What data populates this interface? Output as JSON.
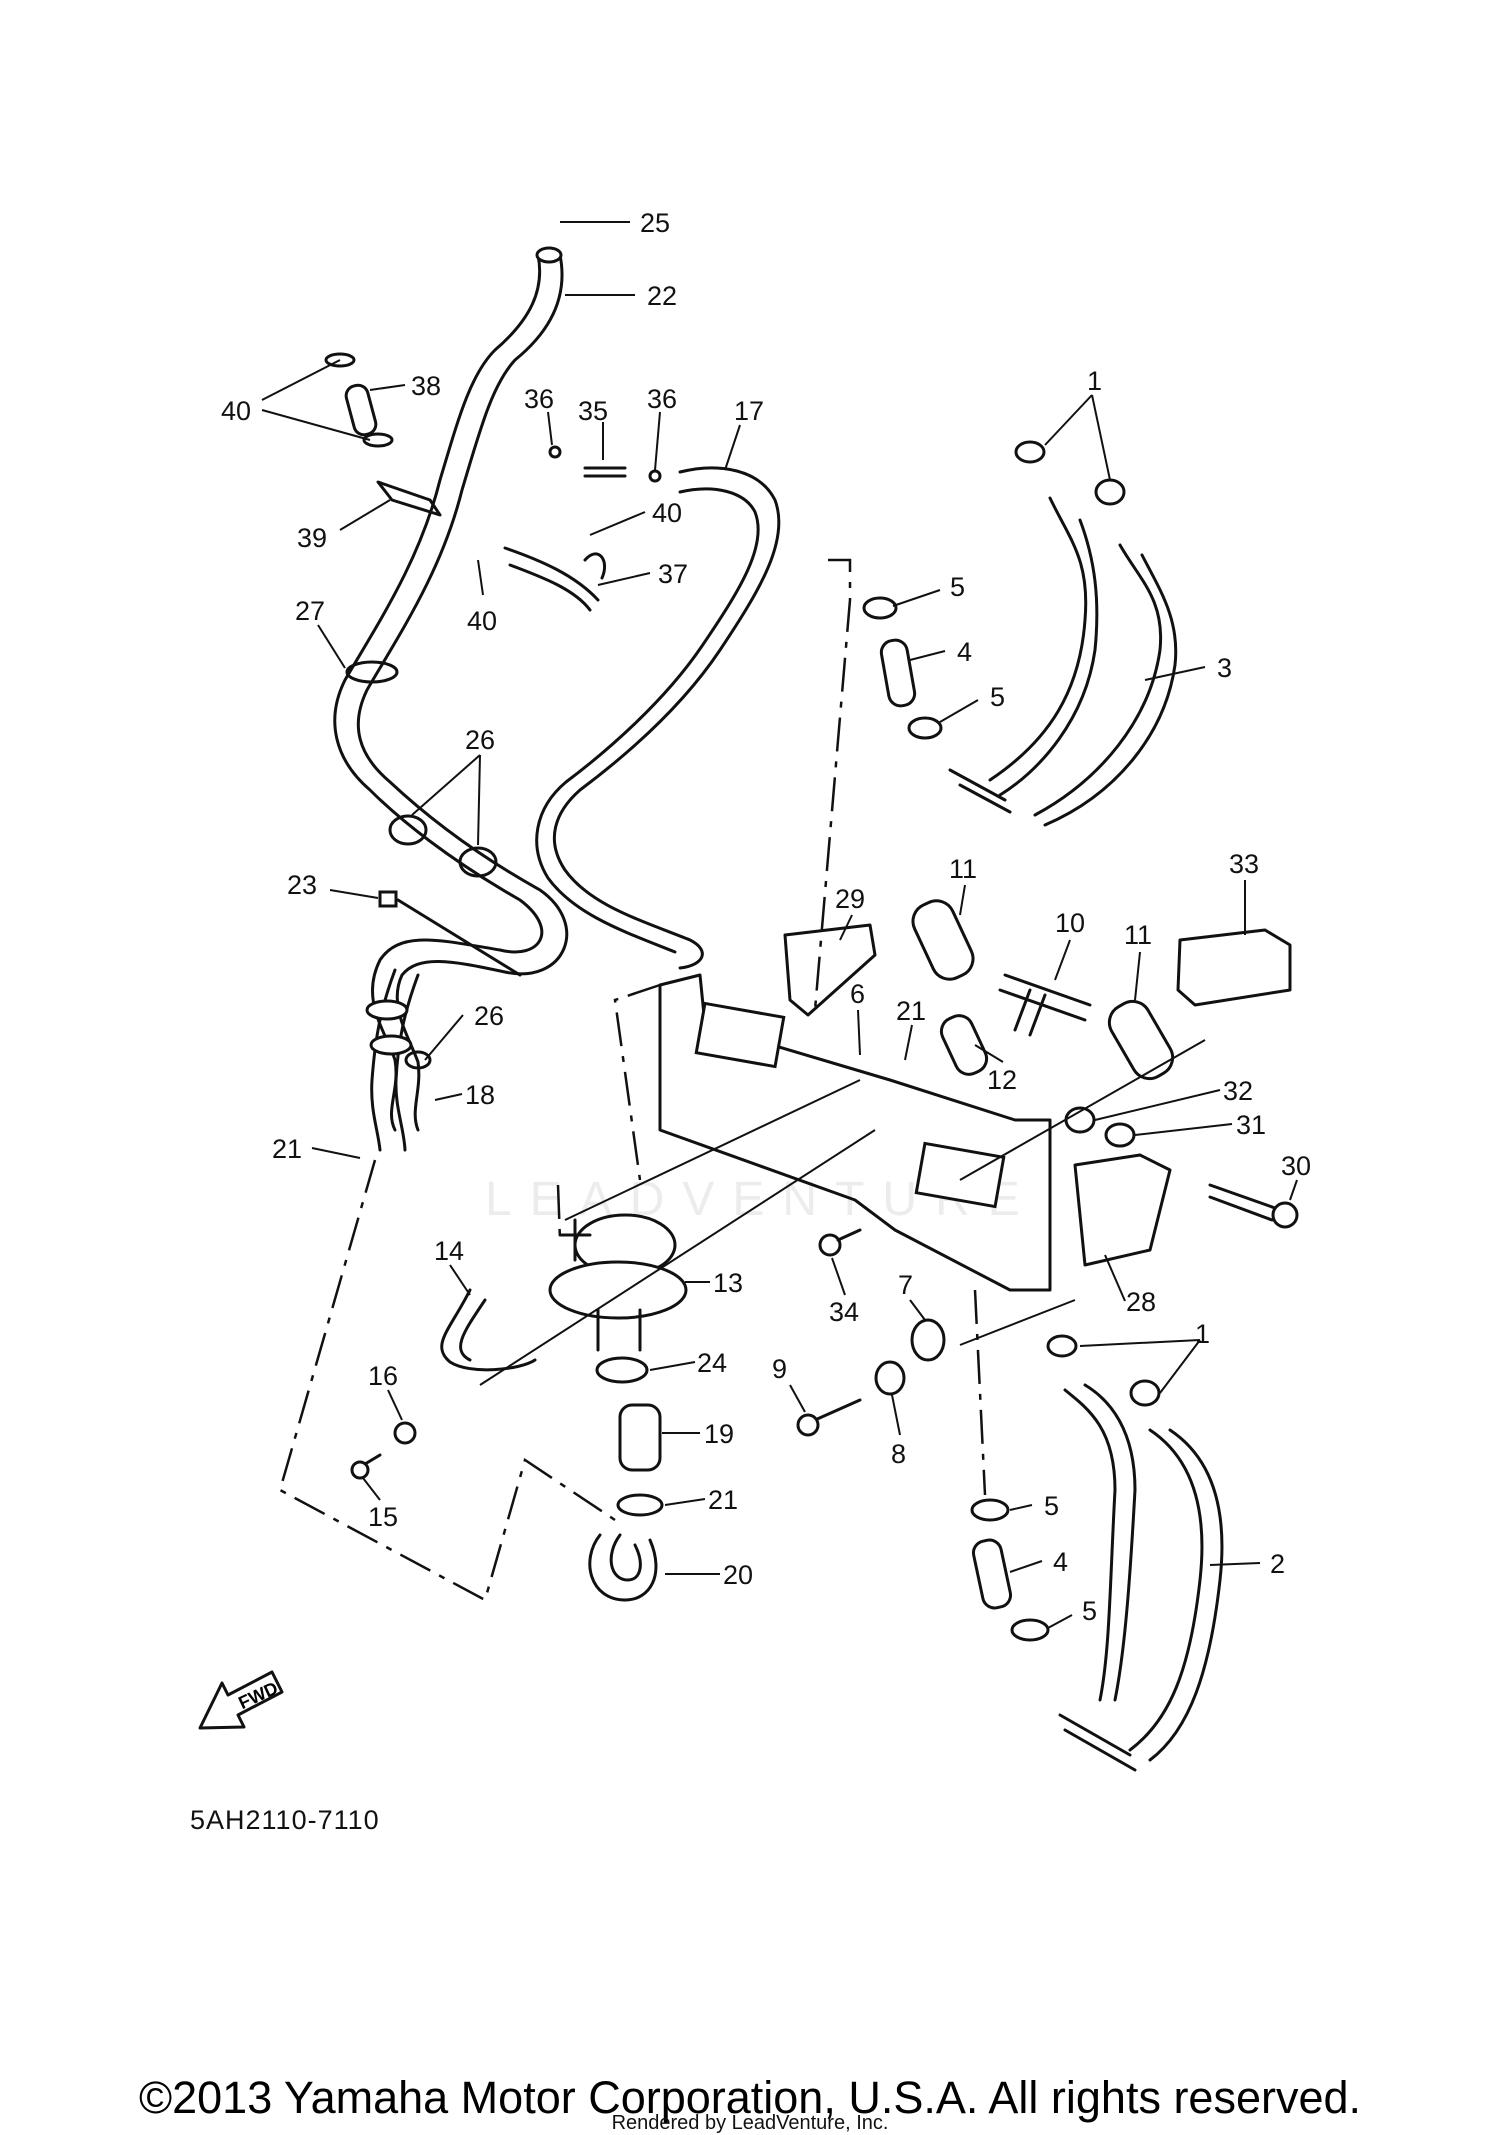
{
  "diagram": {
    "code": "5AH2110-7110",
    "copyright": "©2013 Yamaha Motor Corporation, U.S.A. All rights reserved.",
    "rendered_by": "Rendered by LeadVenture, Inc.",
    "watermark": "LEADVENTURE",
    "fwd_label": "FWD"
  },
  "callouts": [
    {
      "id": "c25",
      "label": "25"
    },
    {
      "id": "c22",
      "label": "22"
    },
    {
      "id": "c38",
      "label": "38"
    },
    {
      "id": "c40a",
      "label": "40"
    },
    {
      "id": "c39",
      "label": "39"
    },
    {
      "id": "c36a",
      "label": "36"
    },
    {
      "id": "c35",
      "label": "35"
    },
    {
      "id": "c36b",
      "label": "36"
    },
    {
      "id": "c17",
      "label": "17"
    },
    {
      "id": "c40b",
      "label": "40"
    },
    {
      "id": "c37",
      "label": "37"
    },
    {
      "id": "c40c",
      "label": "40"
    },
    {
      "id": "c27",
      "label": "27"
    },
    {
      "id": "c1a",
      "label": "1"
    },
    {
      "id": "c5a",
      "label": "5"
    },
    {
      "id": "c4a",
      "label": "4"
    },
    {
      "id": "c5b",
      "label": "5"
    },
    {
      "id": "c3",
      "label": "3"
    },
    {
      "id": "c26a",
      "label": "26"
    },
    {
      "id": "c23",
      "label": "23"
    },
    {
      "id": "c11a",
      "label": "11"
    },
    {
      "id": "c33",
      "label": "33"
    },
    {
      "id": "c29",
      "label": "29"
    },
    {
      "id": "c10",
      "label": "10"
    },
    {
      "id": "c11b",
      "label": "11"
    },
    {
      "id": "c26b",
      "label": "26"
    },
    {
      "id": "c21a",
      "label": "21"
    },
    {
      "id": "c6",
      "label": "6"
    },
    {
      "id": "c12",
      "label": "12"
    },
    {
      "id": "c18",
      "label": "18"
    },
    {
      "id": "c32",
      "label": "32"
    },
    {
      "id": "c31",
      "label": "31"
    },
    {
      "id": "c30",
      "label": "30"
    },
    {
      "id": "c21b",
      "label": "21"
    },
    {
      "id": "c14",
      "label": "14"
    },
    {
      "id": "c13",
      "label": "13"
    },
    {
      "id": "c7",
      "label": "7"
    },
    {
      "id": "c34",
      "label": "34"
    },
    {
      "id": "c28",
      "label": "28"
    },
    {
      "id": "c1b",
      "label": "1"
    },
    {
      "id": "c16",
      "label": "16"
    },
    {
      "id": "c24",
      "label": "24"
    },
    {
      "id": "c9",
      "label": "9"
    },
    {
      "id": "c8",
      "label": "8"
    },
    {
      "id": "c19",
      "label": "19"
    },
    {
      "id": "c21c",
      "label": "21"
    },
    {
      "id": "c5c",
      "label": "5"
    },
    {
      "id": "c15",
      "label": "15"
    },
    {
      "id": "c20",
      "label": "20"
    },
    {
      "id": "c2",
      "label": "2"
    },
    {
      "id": "c4b",
      "label": "4"
    },
    {
      "id": "c5d",
      "label": "5"
    }
  ]
}
